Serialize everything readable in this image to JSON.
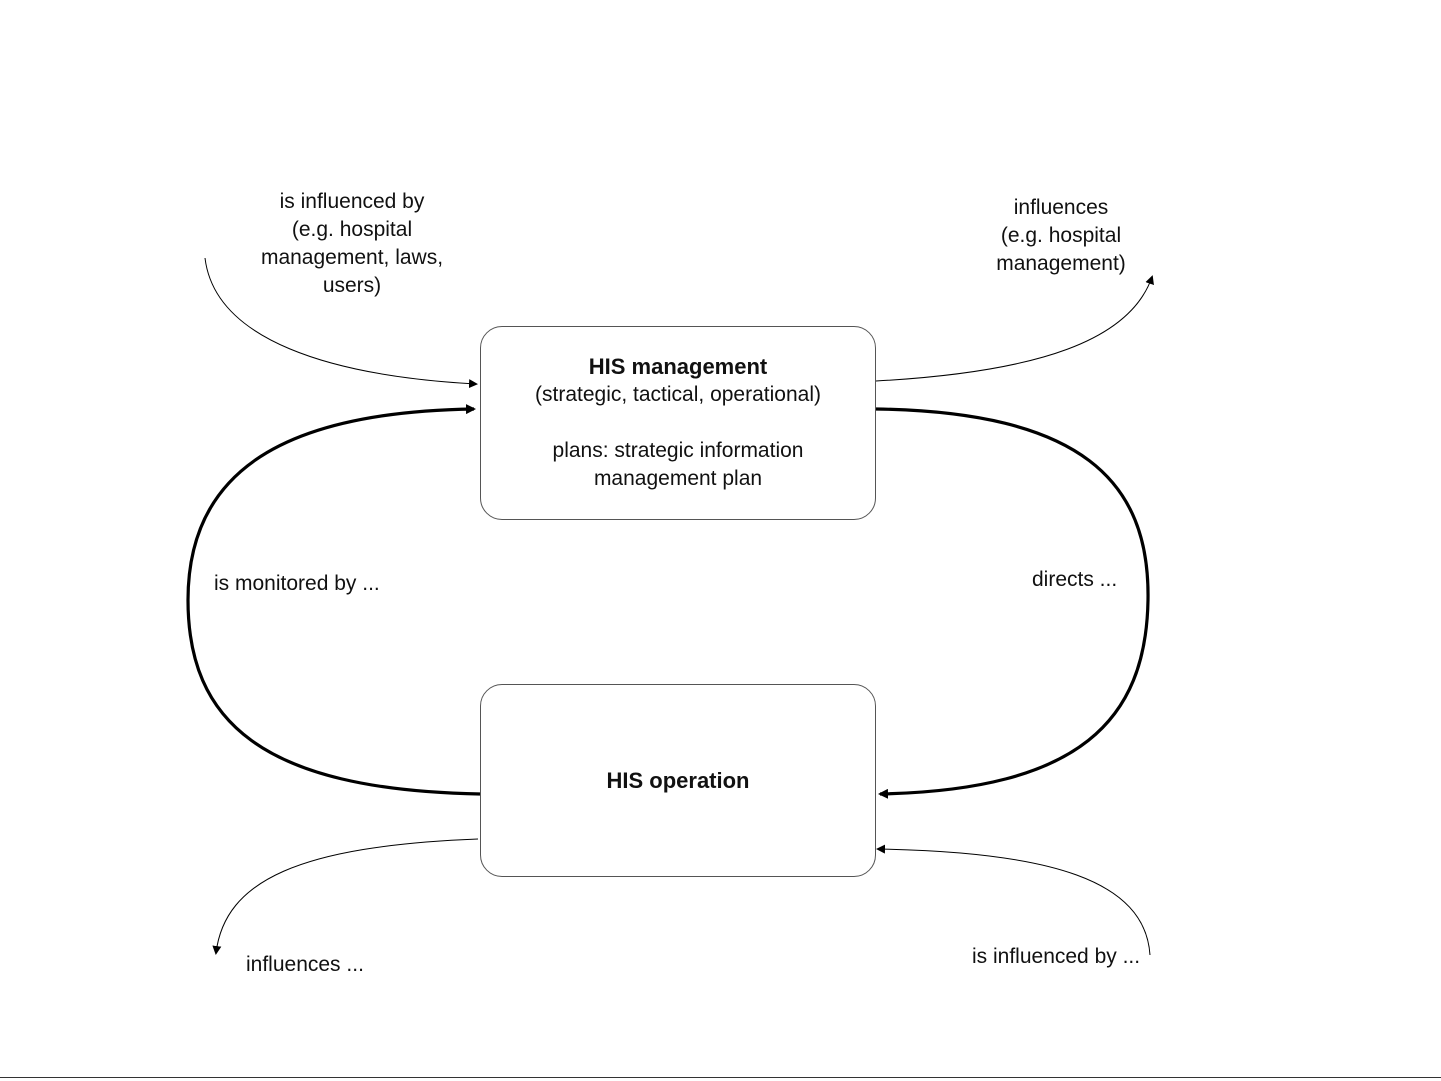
{
  "management_box": {
    "title": "HIS management",
    "subtitle": "(strategic, tactical, operational)",
    "plans_line1": "plans: strategic information",
    "plans_line2": "management plan"
  },
  "operation_box": {
    "title": "HIS operation"
  },
  "labels": {
    "influenced_by_top": [
      "is influenced by",
      "(e.g. hospital",
      "management, laws,",
      "users)"
    ],
    "influences_top": [
      "influences",
      "(e.g. hospital",
      "management)"
    ],
    "monitored_by": "is monitored by ...",
    "directs": "directs ...",
    "influences_bottom": "influences ...",
    "influenced_by_bottom": "is influenced by ..."
  },
  "colors": {
    "line": "#000000",
    "box_border": "#555555",
    "background": "#ffffff"
  }
}
